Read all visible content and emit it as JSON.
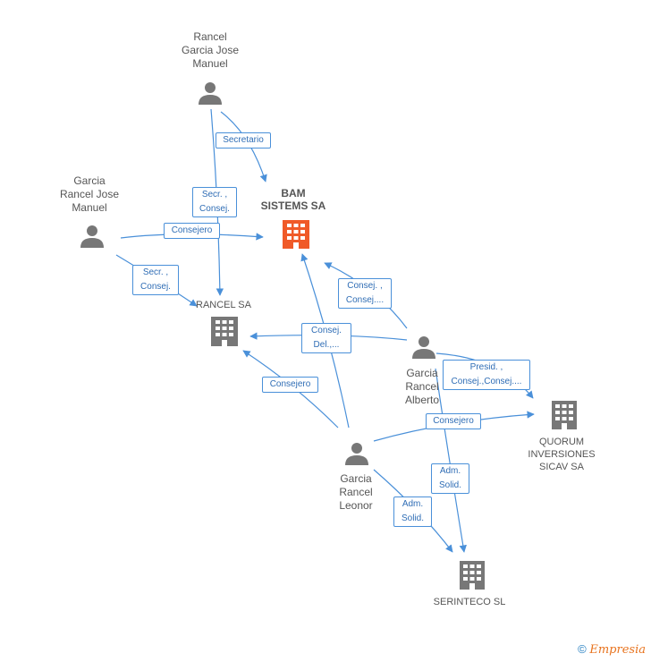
{
  "colors": {
    "edge": "#4a90d9",
    "person": "#777777",
    "company": "#777777",
    "focus": "#f05a28"
  },
  "nodes": {
    "rancel_garcia_jose_manuel": {
      "label": "Rancel\nGarcia Jose\nManuel",
      "type": "person-icon"
    },
    "garcia_rancel_jose_manuel": {
      "label": "Garcia\nRancel Jose\nManuel",
      "type": "person-icon"
    },
    "bam_sistems": {
      "label": "BAM\nSISTEMS SA",
      "type": "building-icon",
      "focus": true
    },
    "rancel_sa": {
      "label": "RANCEL SA",
      "type": "building-icon"
    },
    "garcia_rancel_alberto": {
      "label": "Garcia\nRancel\nAlberto",
      "type": "person-icon"
    },
    "quorum": {
      "label": "QUORUM\nINVERSIONES\nSICAV SA",
      "type": "building-icon"
    },
    "garcia_rancel_leonor": {
      "label": "Garcia\nRancel\nLeonor",
      "type": "person-icon"
    },
    "serinteco": {
      "label": "SERINTECO SL",
      "type": "building-icon"
    }
  },
  "edges": {
    "e1": "Secretario",
    "e2": "Secr. ,\nConsej.",
    "e3": "Consejero",
    "e4": "Secr. ,\nConsej.",
    "e5": "Consej. ,\nConsej....",
    "e6": "Consej.\nDel.,...",
    "e7": "Presid. ,\nConsej.,Consej....",
    "e8": "Consejero",
    "e9": "Consejero",
    "e10": "Adm.\nSolid.",
    "e11": "Adm.\nSolid."
  },
  "footer": {
    "copyright": "©",
    "brand": "Empresia"
  }
}
